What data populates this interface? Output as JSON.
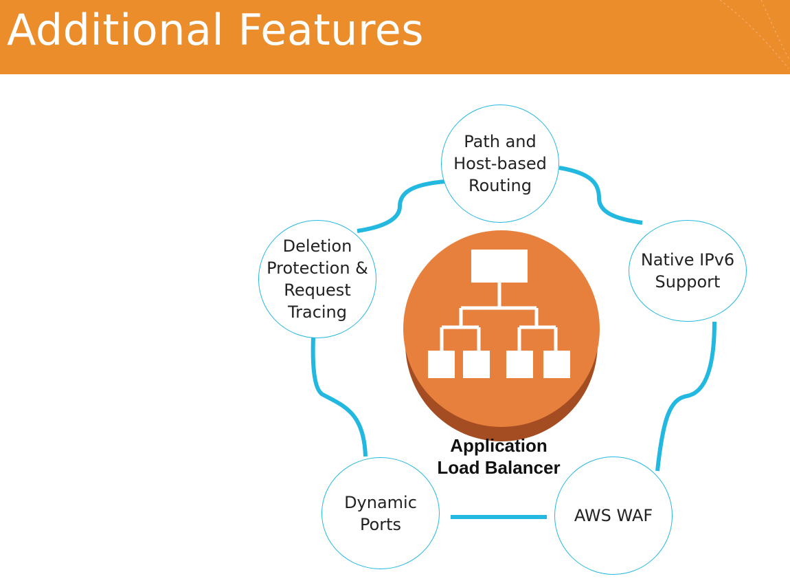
{
  "slide": {
    "title": "Additional Features",
    "header_color": "#ec8d2c"
  },
  "center": {
    "label": "Application\nLoad Balancer",
    "icon": "application-load-balancer-icon",
    "color": "#e8803d",
    "shadow_color": "#a54d22"
  },
  "features": {
    "routing": "Path and\nHost-based\nRouting",
    "ipv6": "Native IPv6\nSupport",
    "waf": "AWS WAF",
    "ports": "Dynamic\nPorts",
    "deletion": "Deletion\nProtection &\nRequest\nTracing"
  },
  "connector_color": "#22b8e0"
}
